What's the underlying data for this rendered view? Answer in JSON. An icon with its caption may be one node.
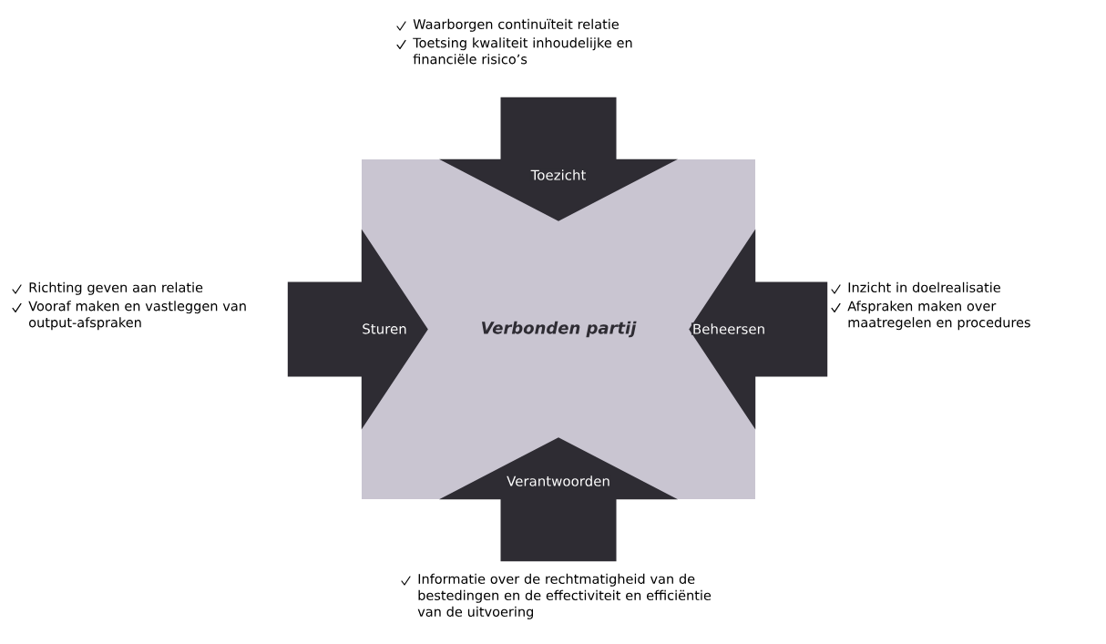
{
  "diagram": {
    "nodes": [
      {
        "text": [
          "Waarborgen continuïteit relatie",
          "Toetsing kwaliteit inhoudelijke en financiële risico’s"
        ]
      },
      {
        "text": [
          "Richting geven aan relatie",
          "Vooraf maken en vastleggen van output-afspraken"
        ]
      },
      {
        "text": [
          "Verbonden partij"
        ]
      },
      {
        "text": [
          "Inzicht in doelrealisatie",
          "Afspraken maken over maatregelen en procedures"
        ]
      },
      {
        "text": [
          "Informatie over de rechtmatigheid van de bestedingen en de effectiviteit en efficiëntie van de uitvoering"
        ]
      }
    ],
    "edges": [
      {
        "from": 0,
        "to": 2,
        "arrow": "to",
        "label": "Toezicht",
        "style": "thick"
      },
      {
        "from": 1,
        "to": 2,
        "arrow": "to",
        "label": "Sturen",
        "style": "thick"
      },
      {
        "from": 3,
        "to": 2,
        "arrow": "to",
        "label": "Beheersen",
        "style": "thick"
      },
      {
        "from": 4,
        "to": 2,
        "arrow": "to",
        "label": "Verantwoorden",
        "style": "thick"
      }
    ]
  }
}
